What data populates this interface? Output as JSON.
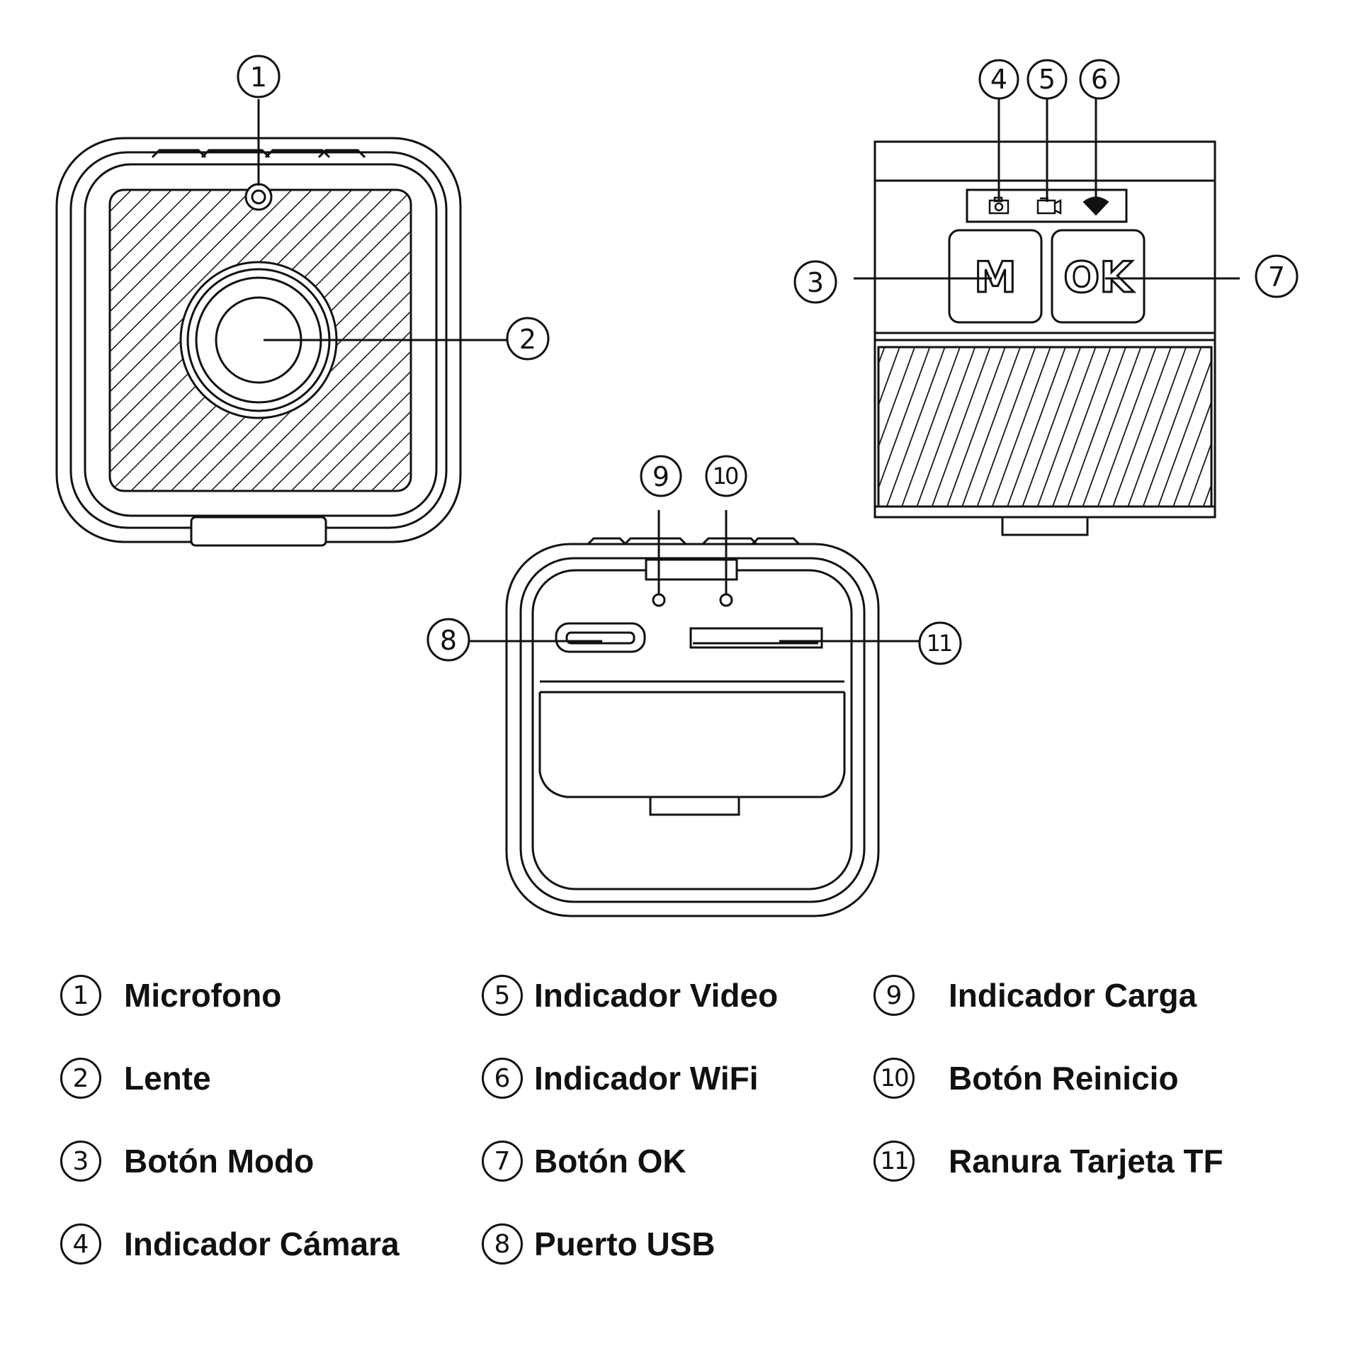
{
  "callouts": {
    "c1": "1",
    "c2": "2",
    "c3": "3",
    "c4": "4",
    "c5": "5",
    "c6": "6",
    "c7": "7",
    "c8": "8",
    "c9": "9",
    "c10": "10",
    "c11": "11"
  },
  "buttons": {
    "mode": "M",
    "ok": "OK"
  },
  "legend": [
    {
      "num": "1",
      "label": "Microfono"
    },
    {
      "num": "2",
      "label": "Lente"
    },
    {
      "num": "3",
      "label": "Botón Modo"
    },
    {
      "num": "4",
      "label": "Indicador Cámara"
    },
    {
      "num": "5",
      "label": "Indicador Video"
    },
    {
      "num": "6",
      "label": "Indicador WiFi"
    },
    {
      "num": "7",
      "label": "Botón OK"
    },
    {
      "num": "8",
      "label": "Puerto USB"
    },
    {
      "num": "9",
      "label": "Indicador Carga"
    },
    {
      "num": "10",
      "label": "Botón Reinicio"
    },
    {
      "num": "11",
      "label": "Ranura Tarjeta TF"
    }
  ],
  "icons": {
    "camera_indicator": "camera-icon",
    "video_indicator": "video-icon",
    "wifi_indicator": "wifi-icon"
  },
  "colors": {
    "line": "#111111",
    "background": "#ffffff"
  }
}
